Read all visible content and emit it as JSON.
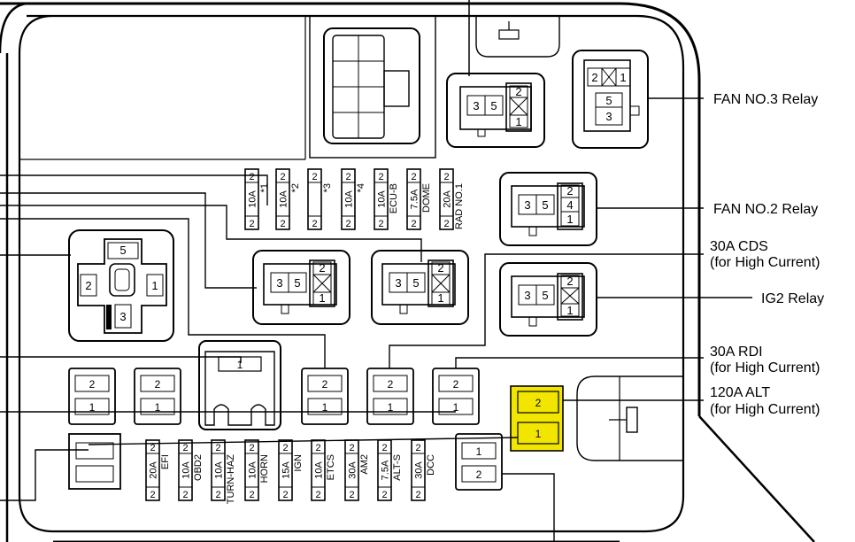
{
  "callouts": {
    "fan3": "FAN NO.3 Relay",
    "fan2": "FAN NO.2 Relay",
    "cds_a": "30A CDS",
    "cds_b": "(for High Current)",
    "ig2": "IG2 Relay",
    "rdi_a": "30A RDI",
    "rdi_b": "(for High Current)",
    "alt_a": "120A ALT",
    "alt_b": "(for High Current)"
  },
  "upper_fuses": [
    {
      "amp": "10A",
      "name": "*1"
    },
    {
      "amp": "10A",
      "name": "*2"
    },
    {
      "amp": "",
      "name": "*3"
    },
    {
      "amp": "10A",
      "name": "*4"
    },
    {
      "amp": "10A",
      "name": "ECU-B"
    },
    {
      "amp": "7.5A",
      "name": "DOME"
    },
    {
      "amp": "20A",
      "name": "RAD NO.1"
    }
  ],
  "lower_fuses": [
    {
      "amp": "20A",
      "name": "EFI"
    },
    {
      "amp": "10A",
      "name": "OBD2"
    },
    {
      "amp": "10A",
      "name": "TURN-HAZ"
    },
    {
      "amp": "10A",
      "name": "HORN"
    },
    {
      "amp": "15A",
      "name": "IGN"
    },
    {
      "amp": "10A",
      "name": "ETCS"
    },
    {
      "amp": "30A",
      "name": "AM2"
    },
    {
      "amp": "7.5A",
      "name": "ALT-S"
    },
    {
      "amp": "30A",
      "name": "DCC"
    }
  ],
  "pins": {
    "one": "1",
    "two": "2",
    "three": "3",
    "four": "4",
    "five": "5"
  },
  "colors": {
    "highlight": "#f2e600",
    "line": "#000000",
    "background": "#ffffff"
  }
}
